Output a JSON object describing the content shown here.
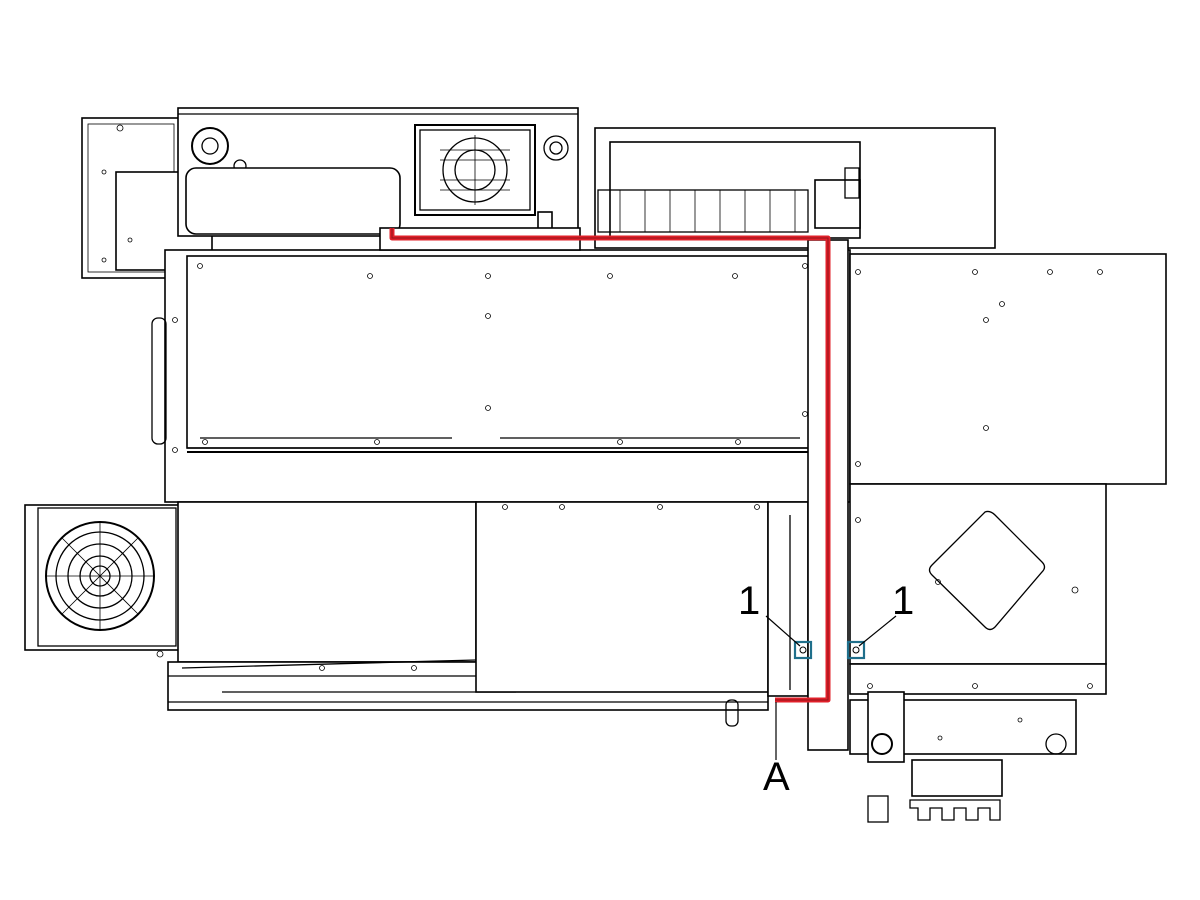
{
  "callouts": {
    "label_1_left": "1",
    "label_1_right": "1",
    "label_A": "A"
  },
  "colors": {
    "cable_route": "#e0202a",
    "highlight_box": "#1f6f8b",
    "line": "#000000",
    "background": "#ffffff"
  }
}
